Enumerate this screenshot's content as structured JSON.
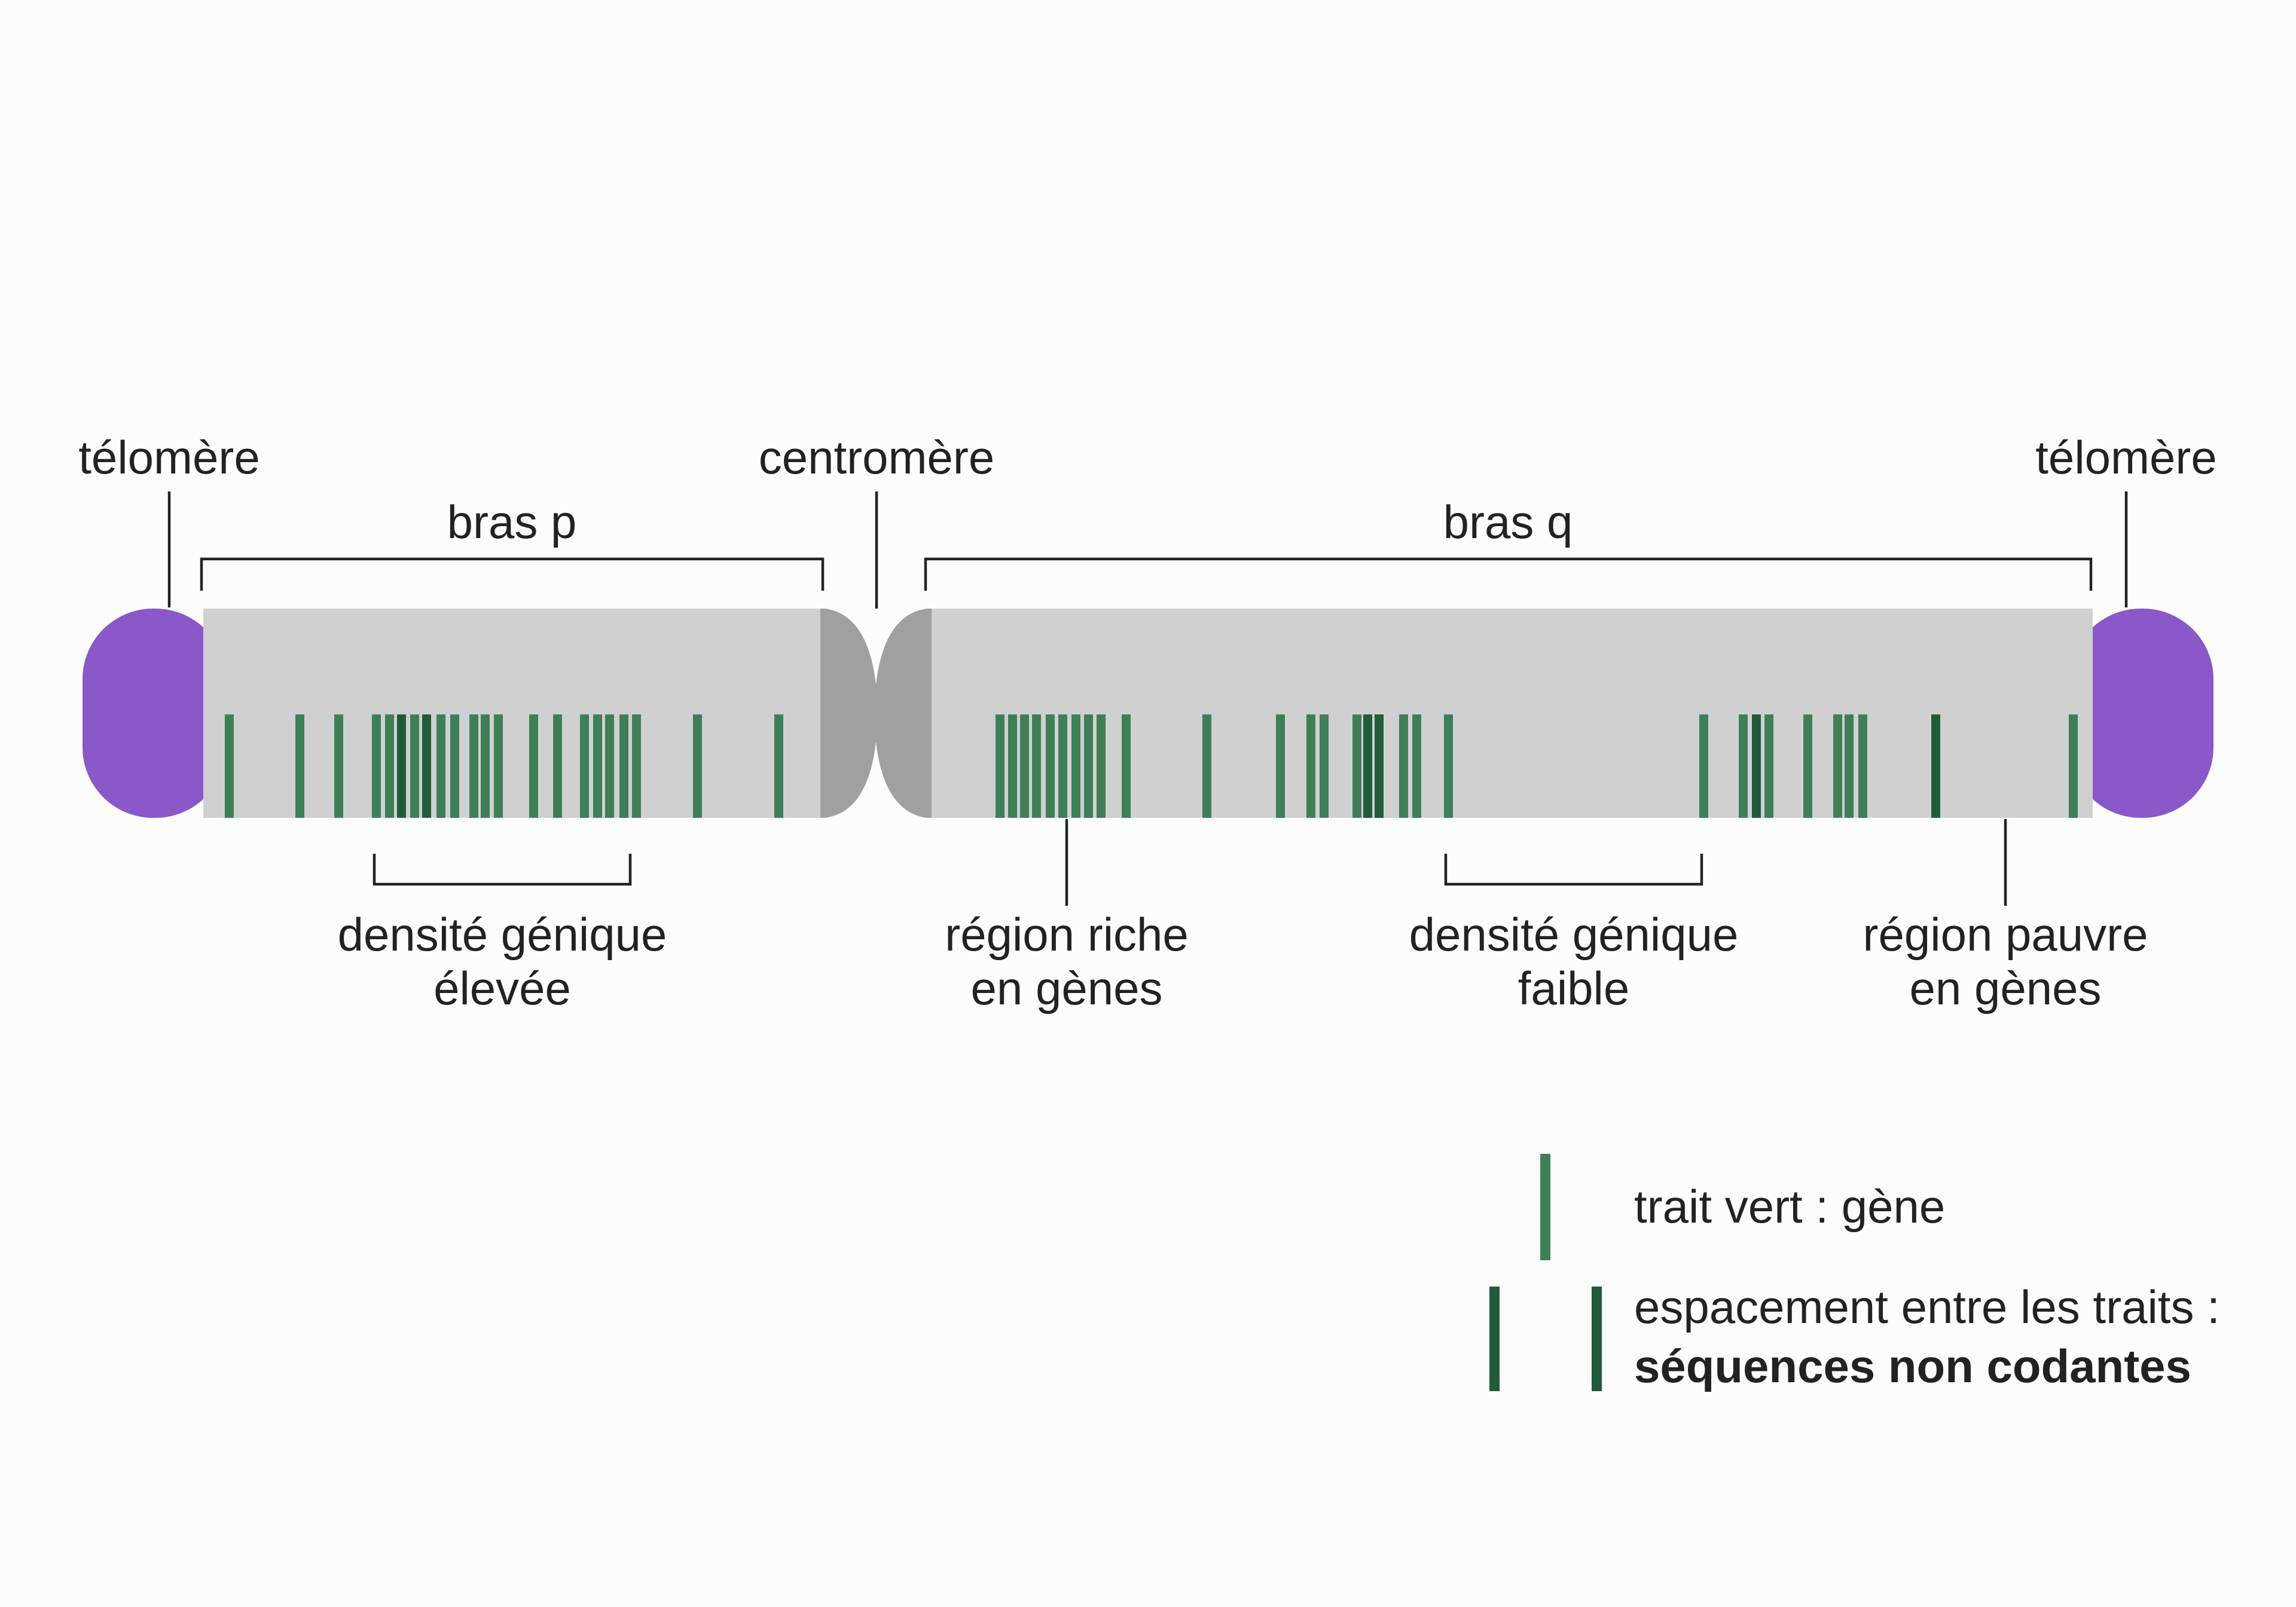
{
  "labels": {
    "telomere_left": "télomère",
    "telomere_right": "télomère",
    "centromere": "centromère",
    "arm_p": "bras p",
    "arm_q": "bras q",
    "high_density_line1": "densité génique",
    "high_density_line2": "élevée",
    "rich_region_line1": "région riche",
    "rich_region_line2": "en gènes",
    "low_density_line1": "densité génique",
    "low_density_line2": "faible",
    "poor_region_line1": "région pauvre",
    "poor_region_line2": "en gènes"
  },
  "legend": {
    "gene_label": "trait vert : gène",
    "spacing_line1": "espacement entre les traits :",
    "spacing_line2": "séquences non codantes"
  },
  "colors": {
    "telomere": "#8a58c8",
    "chromatid": "#d0d0d0",
    "centromere": "#a0a0a0",
    "gene": "#3e7f58",
    "gene_dark": "#215c3a",
    "text": "#222222"
  }
}
